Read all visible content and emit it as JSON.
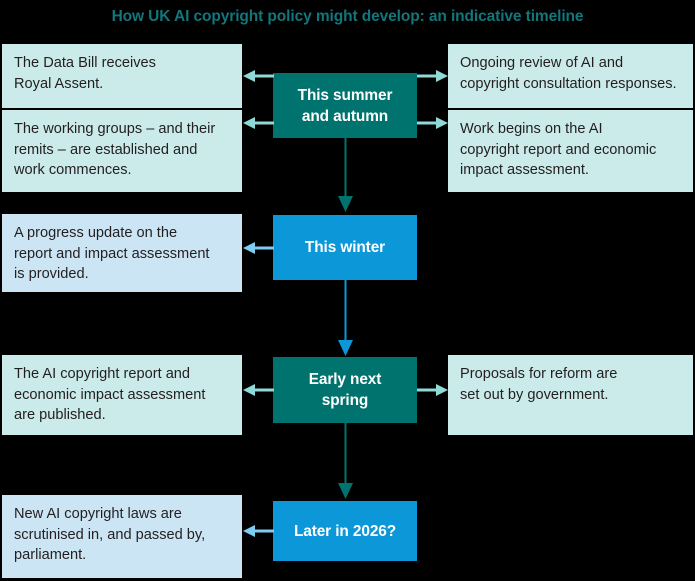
{
  "title": "How UK AI copyright policy might develop: an indicative timeline",
  "colors": {
    "background": "#000000",
    "title_text": "#12767a",
    "node_teal": "#00736e",
    "node_blue": "#0c97d9",
    "panel_teal": "#cbeaea",
    "panel_blue": "#cce5f5",
    "arrow_teal_light": "#8fd9d6",
    "arrow_blue_light": "#7ecdf0",
    "arrow_teal": "#00736e",
    "arrow_blue": "#0c97d9",
    "panel_text": "#231f20",
    "node_text": "#ffffff"
  },
  "stages": [
    {
      "id": "this-summer-and-autumn",
      "node_label": "This summer\nand autumn",
      "node_color": "teal",
      "left_panels": [
        "The Data Bill receives\nRoyal Assent.",
        "The working groups – and their\nremits – are established and\nwork commences."
      ],
      "right_panels": [
        "Ongoing review of AI and\ncopyright consultation responses.",
        "Work begins on the AI\ncopyright report and economic\nimpact assessment."
      ]
    },
    {
      "id": "this-winter",
      "node_label": "This winter",
      "node_color": "blue",
      "left_panels": [
        "A progress update on the\nreport and impact assessment\nis provided."
      ],
      "right_panels": []
    },
    {
      "id": "early-next-spring",
      "node_label": "Early next\nspring",
      "node_color": "teal",
      "left_panels": [
        "The AI copyright report and\neconomic impact assessment\nare published."
      ],
      "right_panels": [
        "Proposals for reform are\nset out by government."
      ]
    },
    {
      "id": "later-in-2026",
      "node_label": "Later in 2026?",
      "node_color": "blue",
      "left_panels": [
        "New AI copyright laws are\nscrutinised in, and passed by,\nparliament."
      ],
      "right_panels": []
    }
  ],
  "connectors": [
    {
      "from": "this-summer-and-autumn",
      "to": "this-winter",
      "direction": "down",
      "color": "teal"
    },
    {
      "from": "this-winter",
      "to": "early-next-spring",
      "direction": "down",
      "color": "blue"
    },
    {
      "from": "early-next-spring",
      "to": "later-in-2026",
      "direction": "down",
      "color": "teal"
    }
  ]
}
